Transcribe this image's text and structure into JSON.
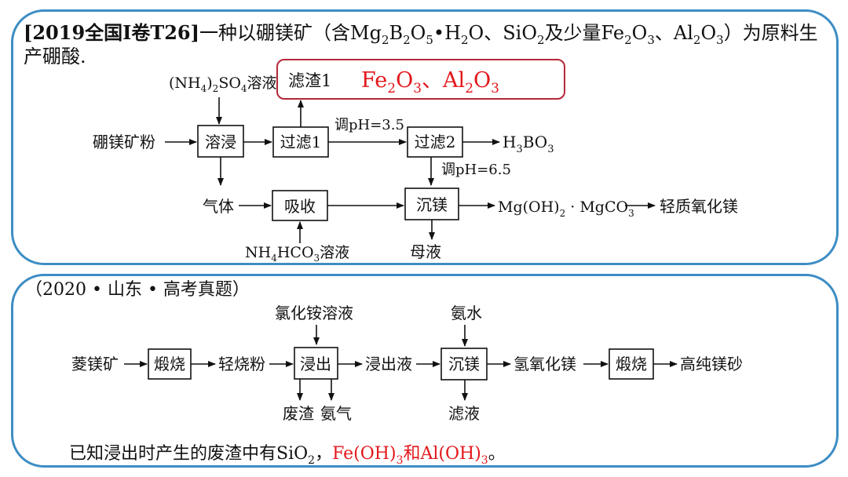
{
  "problem1": {
    "header_line1": {
      "source": "[2019全国I卷T26]",
      "t1": "一种以硼镁矿（含Mg",
      "s1": "2",
      "t2": "B",
      "s2": "2",
      "t3": "O",
      "s3": "5",
      "t4": "•H",
      "s4": "2",
      "t5": "O、SiO",
      "s5": "2",
      "t6": "及少量Fe",
      "s6": "2",
      "t7": "O",
      "s7": "3",
      "t8": "、Al",
      "s8": "2",
      "t9": "O",
      "s9": "3",
      "t10": "）为原料生"
    },
    "header_line2": "产硼酸.",
    "answer": {
      "a1": "Fe",
      "a1s": "2",
      "a2": "O",
      "a2s": "3",
      "sep": "、",
      "a3": "Al",
      "a3s": "2",
      "a4": "O",
      "a4s": "3"
    },
    "nodes": {
      "raw_material": "硼镁矿粉",
      "dissolve": "溶浸",
      "filter1": "过滤1",
      "filter2": "过滤2",
      "residue1": "滤渣1",
      "gas": "气体",
      "absorb": "吸收",
      "precipitate_mg": "沉镁",
      "mother_liquor": "母液",
      "product2": "轻质氧化镁"
    },
    "reagents": {
      "nh4so4": {
        "t1": "(NH",
        "s1": "4",
        "t2": ")",
        "s2": "2",
        "t3": "SO",
        "s3": "4",
        "t4": "溶液"
      },
      "nh4hco3": {
        "t1": "NH",
        "s1": "4",
        "t2": "HCO",
        "s2": "3",
        "t3": "溶液"
      },
      "ph1": "调pH=3.5",
      "ph2": "调pH=6.5"
    },
    "products": {
      "h3bo3": {
        "t1": "H",
        "s1": "3",
        "t2": "BO",
        "s2": "3"
      },
      "mgoh": {
        "t1": "Mg(OH)",
        "s1": "2",
        "t2": " · MgCO",
        "s2": "3"
      }
    }
  },
  "problem2": {
    "header": "（2020 • 山东 • 高考真题）",
    "nodes": {
      "ore": "菱镁矿",
      "calcine1": "煅烧",
      "light_powder": "轻烧粉",
      "leach": "浸出",
      "leachate": "浸出液",
      "precipitate_mg": "沉镁",
      "mg_hydroxide": "氢氧化镁",
      "calcine2": "煅烧",
      "product": "高纯镁砂"
    },
    "reagents": {
      "nh4cl": "氯化铵溶液",
      "ammonia_water": "氨水"
    },
    "outputs": {
      "waste": "废渣",
      "ammonia_gas": "氨气",
      "filtrate": "滤液"
    },
    "note": {
      "t1": "已知浸出时产生的废渣中有SiO",
      "s1": "2",
      "t2": "，",
      "r1": "Fe(OH)",
      "r1s": "3",
      "r2": "和Al(OH)",
      "r2s": "3",
      "end": "。"
    }
  },
  "colors": {
    "border": "#3d8dc4",
    "answer_red": "#e3171b",
    "answer_box": "#b5283a"
  }
}
